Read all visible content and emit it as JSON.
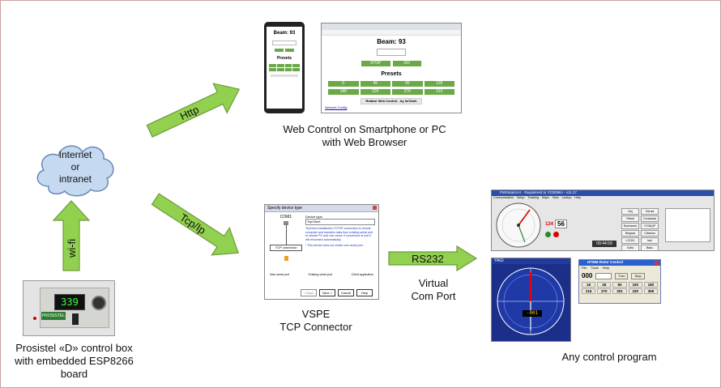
{
  "cloud": {
    "line1": "Internet",
    "line2": "or",
    "line3": "intranet"
  },
  "arrows": {
    "http": "Http",
    "tcpip": "Tcp/Ip",
    "wifi": "wi-fi",
    "rs232": "RS232"
  },
  "captions": {
    "web_line1": "Web Control on Smartphone or PC",
    "web_line2": "with Web Browser",
    "vspe_line1": "VSPE",
    "vspe_line2": "TCP Connector",
    "virtual_line1": "Virtual",
    "virtual_line2": "Com Port",
    "box_line1": "Prosistel «D» control box",
    "box_line2": "with embedded ESP8266",
    "box_line3": "board",
    "any": "Any control program"
  },
  "controlbox": {
    "display": "339",
    "brand": "PROSISTEL"
  },
  "phone": {
    "beam": "Beam: 93",
    "presets": "Presets"
  },
  "browser": {
    "beam": "Beam: 93",
    "stop": "STOP",
    "go": "GO",
    "presets": "Presets",
    "row1": [
      "0",
      "45",
      "90",
      "135"
    ],
    "row2": [
      "180",
      "225",
      "270",
      "315"
    ],
    "footer": "Rotator Web Control - by iw7dmh",
    "link": "Network Config"
  },
  "vspe": {
    "title": "Specify device type",
    "com": "COM1",
    "connector": "TCP connector",
    "device_type_label": "Device type",
    "device_type_value": "TcpClient",
    "desc": "TcpClient establishes TCP/IP connection to remote computer and transfers data from existing serial port to remote PC and vice versa. If connection is lost it will reconnect automatically.",
    "note": "* This device does not create new serial port.",
    "opt1": "New serial port",
    "opt2": "Existing serial port",
    "opt3": "Client application",
    "back": "< Back",
    "next": "Next >",
    "cancel": "Cancel",
    "help": "Help"
  },
  "pstrotator": {
    "title": "PstRotatorAz - Registered to YO3DMU - v11.27",
    "menu": [
      "Communication",
      "Setup",
      "Tracking",
      "Maps",
      "View",
      "Lookup",
      "Help"
    ],
    "az_red": "124",
    "az": "56",
    "time": "09:44:59",
    "presets": [
      "Cluj",
      "Gerula",
      "Pitesti",
      "Constanta",
      "Bucharest",
      "YO3AQP",
      "Belgrad",
      "Chisinau",
      "LZ1DX",
      "Iasi",
      "Sofia",
      "Baku"
    ]
  },
  "yagi": {
    "title": "YAGI",
    "readout": "-001"
  },
  "htmm": {
    "title": "HTMM Rotor Control",
    "menu": [
      "File",
      "Tools",
      "Help"
    ],
    "value": "000",
    "turn": "Turn",
    "stop": "Stop",
    "row1": [
      "16",
      "45",
      "90",
      "150",
      "180"
    ],
    "row2": [
      "216",
      "270",
      "301",
      "330",
      "359"
    ]
  },
  "colors": {
    "arrow_fill": "#92d050",
    "arrow_stroke": "#6e9b3a",
    "cloud_fill": "#c5d9f1",
    "cloud_stroke": "#6d87b2"
  }
}
